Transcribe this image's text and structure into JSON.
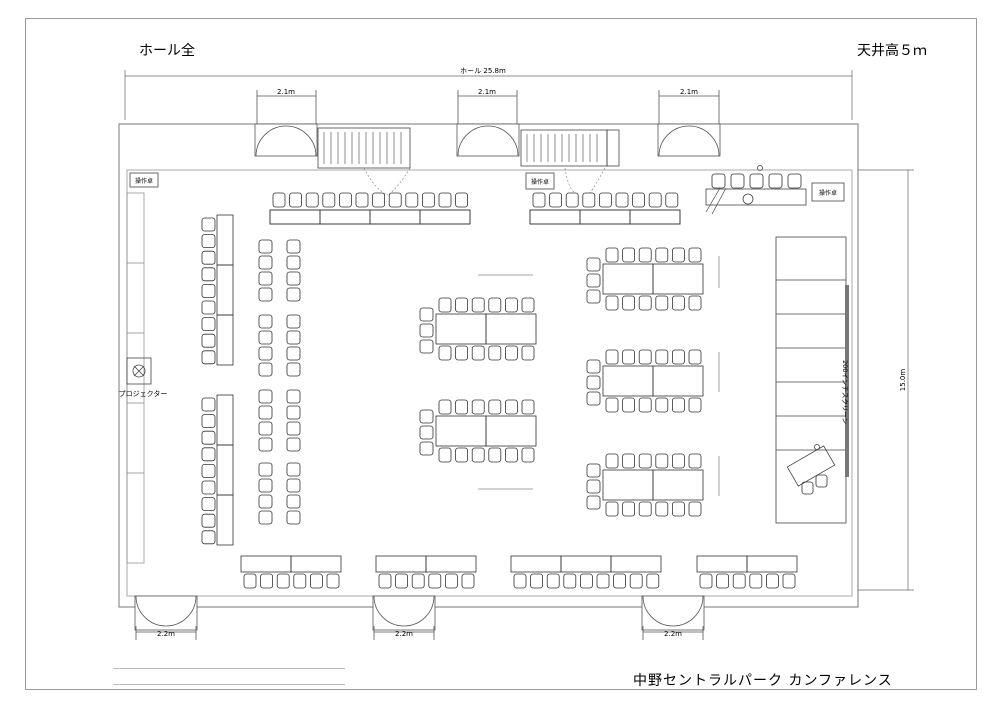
{
  "title_hall": "ホール全",
  "ceiling_height": "天井高５ｍ",
  "venue_name": "中野セントラルパーク カンファレンス",
  "dim_width": "ホール 25.8m",
  "dim_height": "15.0m",
  "door_widths_top": [
    "2.1m",
    "2.1m",
    "2.1m"
  ],
  "door_widths_bottom": [
    "2.2m",
    "2.2m",
    "2.2m"
  ],
  "control_desk": "操作卓",
  "projector": "プロジェクター",
  "screen": "200インチスクリーン"
}
